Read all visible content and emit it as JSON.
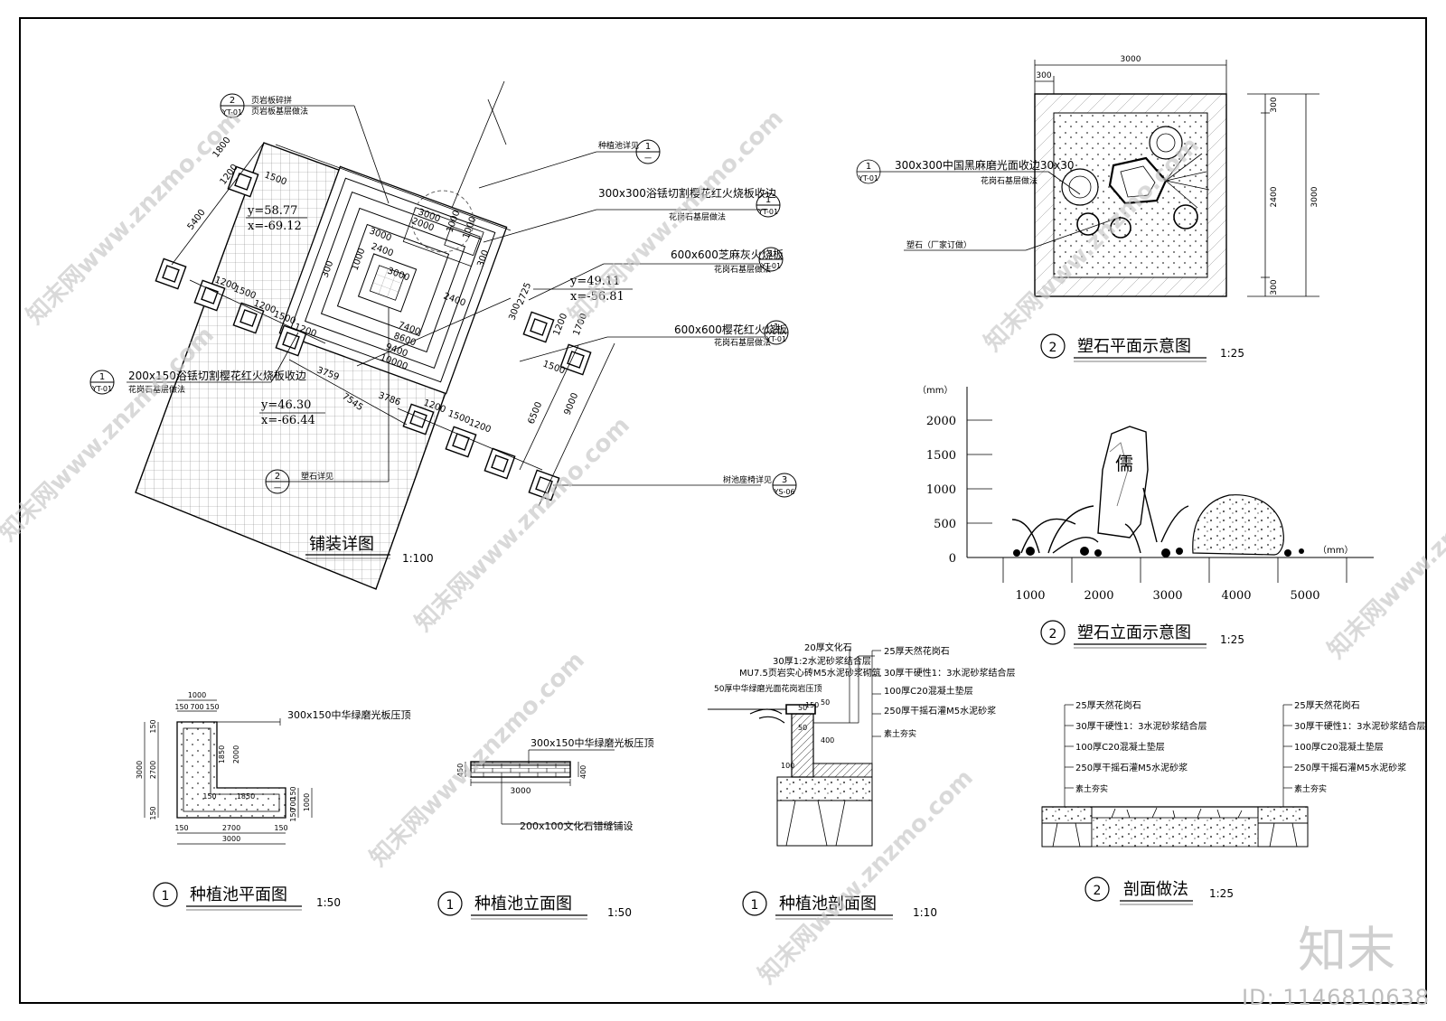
{
  "paving": {
    "title": "铺装详图",
    "scale": "1:100",
    "labels": {
      "paver": "页岩板碎拼",
      "paver_sub": "页岩板基层做法",
      "planter_ref": "种植池详见",
      "edge300": "300x300浴铥切割樱花红火烧板收边",
      "edge300_sub": "花岗石基层做法",
      "gray600": "600x600芝麻灰火烧板",
      "gray600_sub": "花岗石基层做法",
      "red600": "600x600樱花红火烧板",
      "red600_sub": "花岗石基层做法",
      "border200": "200x150浴铥切割樱花红火烧板收边",
      "border200_sub": "花岗石基层做法",
      "rock_ref": "塑石详见",
      "bench_ref": "树池座椅详见"
    },
    "callouts": {
      "c1_num": "2",
      "c1_ref": "YT-01",
      "c2_num": "1",
      "c2_ref": "一",
      "c3_num": "1",
      "c3_ref": "YT-01",
      "c4_num": "1",
      "c4_ref": "YT-01",
      "c5_num": "1",
      "c5_ref": "YT-01",
      "c6_num": "1",
      "c6_ref": "YT-01",
      "c7_num": "2",
      "c7_ref": "一",
      "c8_num": "3",
      "c8_ref": "YS-06"
    },
    "coords": {
      "a_y": "y=58.77",
      "a_x": "x=-69.12",
      "b_y": "y=49.11",
      "b_x": "x=-56.81",
      "c_y": "y=46.30",
      "c_x": "x=-66.44"
    },
    "dims": [
      "1800",
      "1200",
      "5400",
      "1500",
      "1200",
      "1500",
      "1200",
      "1500",
      "1200",
      "3759",
      "7545",
      "3786",
      "1200",
      "1500",
      "1200",
      "6500",
      "9000",
      "1500",
      "1200",
      "1700",
      "2725",
      "3000",
      "2000",
      "3000",
      "2400",
      "3000",
      "2400",
      "7400",
      "8600",
      "9400",
      "10000",
      "300",
      "300",
      "300",
      "1000",
      "1000",
      "1000"
    ]
  },
  "rock_plan": {
    "num": "2",
    "title": "塑石平面示意图",
    "scale": "1:25",
    "dim_top": "3000",
    "dim_border": "300",
    "dim_r1": "300",
    "dim_r2": "2400",
    "dim_r3": "300",
    "dim_total": "3000",
    "label1": "300x300中国黑麻磨光面收边30x30",
    "label1_sub": "花岗石基层做法",
    "label2": "塑石（厂家订做）",
    "callout_num": "1",
    "callout_ref": "YT-01"
  },
  "rock_elev": {
    "num": "2",
    "title": "塑石立面示意图",
    "scale": "1:25",
    "unit_y": "（mm）",
    "unit_x": "（mm）",
    "yticks": [
      "2000",
      "1500",
      "1000",
      "500",
      "0"
    ],
    "xticks": [
      "1000",
      "2000",
      "3000",
      "4000",
      "5000"
    ],
    "rock_char": "儒"
  },
  "planter_plan": {
    "num": "1",
    "title": "种植池平面图",
    "scale": "1:50",
    "cap_label": "300x150中华绿磨光板压顶",
    "dims_top": [
      "1000",
      "150",
      "700",
      "150"
    ],
    "dim_left_total": "3000",
    "dim_left_mid": "2700",
    "dim_left_a": "150",
    "dim_left_b": "150",
    "dim_inner_v1": "1850",
    "dim_inner_v2": "2000",
    "dim_inner_h": "1850",
    "dim_inner_h2": "150",
    "dims_right": [
      "150",
      "700",
      "150"
    ],
    "dim_right_total": "1000",
    "dims_bottom": [
      "150",
      "2700",
      "150"
    ],
    "dim_bottom_total": "3000"
  },
  "planter_elev": {
    "num": "1",
    "title": "种植池立面图",
    "scale": "1:50",
    "cap_label": "300x150中华绿磨光板压顶",
    "base_label": "200x100文化石错缝铺设",
    "dim_w": "3000",
    "dim_h1": "450",
    "dim_h2": "400"
  },
  "planter_sec": {
    "num": "1",
    "title": "种植池剖面图",
    "scale": "1:10",
    "l1": "20厚文化石",
    "l2": "30厚1:2水泥砂浆结合层",
    "l3": "MU7.5页岩实心砖M5水泥砂浆砌筑",
    "l4": "50厚中华绿磨光面花岗岩压顶",
    "r1": "25厚天然花岗石",
    "r2": "30厚干硬性1：3水泥砂浆结合层",
    "r3": "100厚C20混凝土垫层",
    "r4": "250厚干摇石灌M5水泥砂浆",
    "r5": "素土夯实",
    "d1": "50",
    "d2": "50",
    "d3": "400",
    "d4": "100",
    "d5": "150",
    "d6": "50"
  },
  "section": {
    "num": "2",
    "title": "剖面做法",
    "scale": "1:25",
    "layers": [
      "25厚天然花岗石",
      "30厚干硬性1：3水泥砂浆结合层",
      "100厚C20混凝土垫层",
      "250厚干摇石灌M5水泥砂浆",
      "素土夯实"
    ]
  },
  "watermark": {
    "site": "知末网www.znzmo.com",
    "brand": "知末",
    "id": "ID: 1146810638"
  }
}
